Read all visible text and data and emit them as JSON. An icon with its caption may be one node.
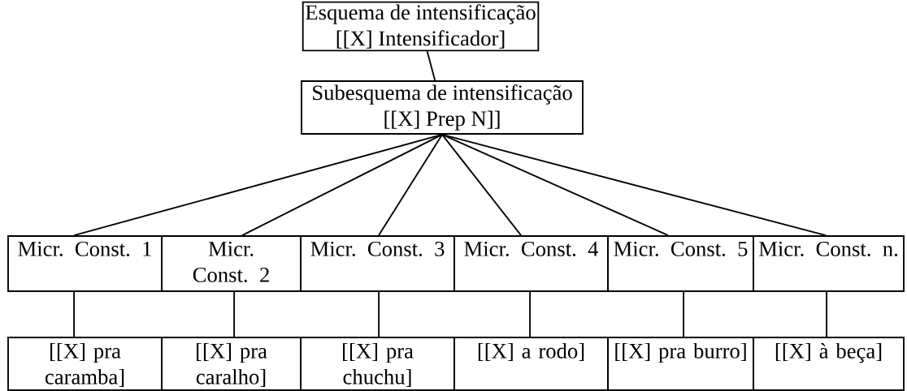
{
  "diagram": {
    "nodes": [
      {
        "text": [
          "Esquema de intensificação",
          "[[X] Intensificador]"
        ]
      },
      {
        "text": [
          "Subesquema de intensificação",
          "[[X] Prep N]]"
        ]
      },
      {
        "text": [
          "Micr. Const. 1"
        ]
      },
      {
        "text": [
          "Micr. Const. 2"
        ]
      },
      {
        "text": [
          "Micr. Const. 3"
        ]
      },
      {
        "text": [
          "Micr. Const. 4"
        ]
      },
      {
        "text": [
          "Micr. Const. 5"
        ]
      },
      {
        "text": [
          "Micr. Const. n."
        ]
      },
      {
        "text": [
          "[[X] pra caramba]"
        ]
      },
      {
        "text": [
          "[[X] pra caralho]"
        ]
      },
      {
        "text": [
          "[[X] pra chuchu]"
        ]
      },
      {
        "text": [
          "[[X] a rodo]"
        ]
      },
      {
        "text": [
          "[[X] pra burro]"
        ]
      },
      {
        "text": [
          "[[X] à beça]"
        ]
      }
    ],
    "edges": [
      {
        "from": 0,
        "to": 1,
        "arrow": "none"
      },
      {
        "from": 1,
        "to": 2,
        "arrow": "none"
      },
      {
        "from": 1,
        "to": 3,
        "arrow": "none"
      },
      {
        "from": 1,
        "to": 4,
        "arrow": "none"
      },
      {
        "from": 1,
        "to": 5,
        "arrow": "none"
      },
      {
        "from": 1,
        "to": 6,
        "arrow": "none"
      },
      {
        "from": 1,
        "to": 7,
        "arrow": "none"
      },
      {
        "from": 2,
        "to": 8,
        "arrow": "none"
      },
      {
        "from": 3,
        "to": 9,
        "arrow": "none"
      },
      {
        "from": 4,
        "to": 10,
        "arrow": "none"
      },
      {
        "from": 5,
        "to": 11,
        "arrow": "none"
      },
      {
        "from": 6,
        "to": 12,
        "arrow": "none"
      },
      {
        "from": 7,
        "to": 13,
        "arrow": "none"
      }
    ]
  }
}
